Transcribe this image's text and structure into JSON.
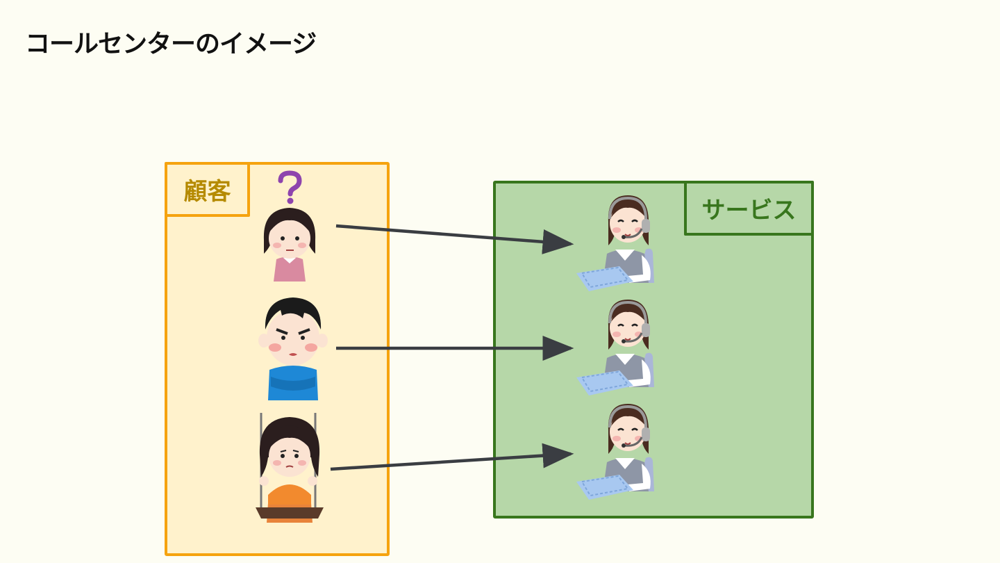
{
  "title": "コールセンターのイメージ",
  "customer": {
    "label": "顧客"
  },
  "service": {
    "label": "サービス"
  },
  "colors": {
    "customer_border": "#f5a30f",
    "customer_fill": "#fff2cc",
    "customer_text": "#b58a00",
    "service_border": "#38761d",
    "service_fill": "#b6d7a8",
    "arrow": "#3a3d42"
  },
  "icons": [
    "confused-woman-icon",
    "question-mark-icon",
    "angry-boy-icon",
    "girl-on-swing-icon",
    "call-center-operator-icon"
  ]
}
